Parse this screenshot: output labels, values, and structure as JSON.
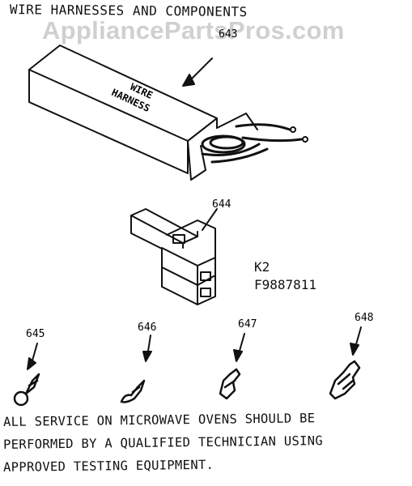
{
  "title": "WIRE HARNESSES AND COMPONENTS",
  "watermark": "AppliancePartsPros.com",
  "harness": {
    "callout": "643",
    "box_text_line1": "WIRE",
    "box_text_line2": "HARNESS"
  },
  "connector": {
    "callout": "644",
    "part_k": "K2",
    "part_f": "F9887811"
  },
  "terminals": [
    {
      "callout": "645"
    },
    {
      "callout": "646"
    },
    {
      "callout": "647"
    },
    {
      "callout": "648"
    }
  ],
  "note": {
    "line1": "ALL SERVICE ON MICROWAVE OVENS SHOULD BE",
    "line2": "PERFORMED BY A QUALIFIED TECHNICIAN USING",
    "line3": "APPROVED TESTING EQUIPMENT."
  }
}
